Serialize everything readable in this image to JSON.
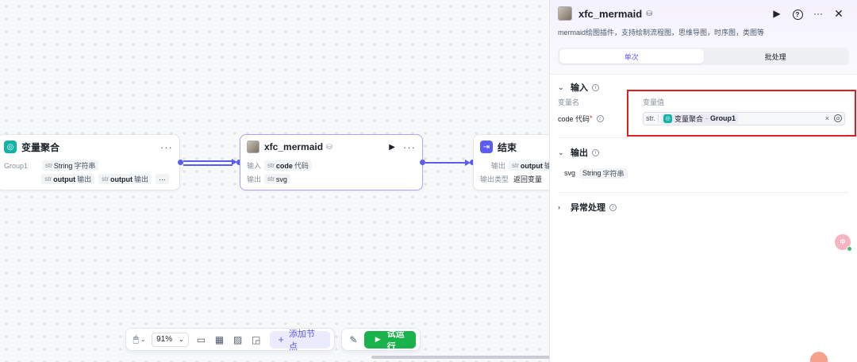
{
  "nodes": {
    "var_agg": {
      "title": "变量聚合",
      "group_label": "Group1",
      "group_type": "str",
      "group_type_name": "String",
      "group_type_cn": "字符串",
      "out1_type": "str",
      "out1_name": "output",
      "out1_label": "输出",
      "out2_type": "str",
      "out2_name": "output",
      "out2_label": "输出"
    },
    "mermaid": {
      "title": "xfc_mermaid",
      "input_label": "输入",
      "input_type": "str",
      "input_name": "code",
      "input_cn": "代码",
      "output_label": "输出",
      "output_type": "str",
      "output_name": "svg"
    },
    "end": {
      "title": "结束",
      "output_label": "输出",
      "output_type": "str",
      "output_name": "output",
      "output_cn": "输出",
      "output_kind_label": "输出类型",
      "output_kind_value": "返回变量"
    }
  },
  "toolbar": {
    "zoom": "91%",
    "add_node": "添加节点",
    "run": "试运行"
  },
  "panel": {
    "title": "xfc_mermaid",
    "description": "mermaid绘图插件，支持绘制流程图，思维导图，时序图，类图等",
    "tabs": [
      "单次",
      "批处理"
    ],
    "input_section": {
      "title": "输入",
      "col_name": "变量名",
      "col_value": "变量值",
      "param_name": "code 代码",
      "required_mark": "*",
      "value_type": "str.",
      "ref_node": "变量聚合",
      "ref_var": "Group1"
    },
    "output_section": {
      "title": "输出",
      "var_name": "svg",
      "var_type": "String",
      "var_type_cn": "字符串"
    },
    "error_section": {
      "title": "异常处理"
    }
  },
  "floating_badge": "中"
}
